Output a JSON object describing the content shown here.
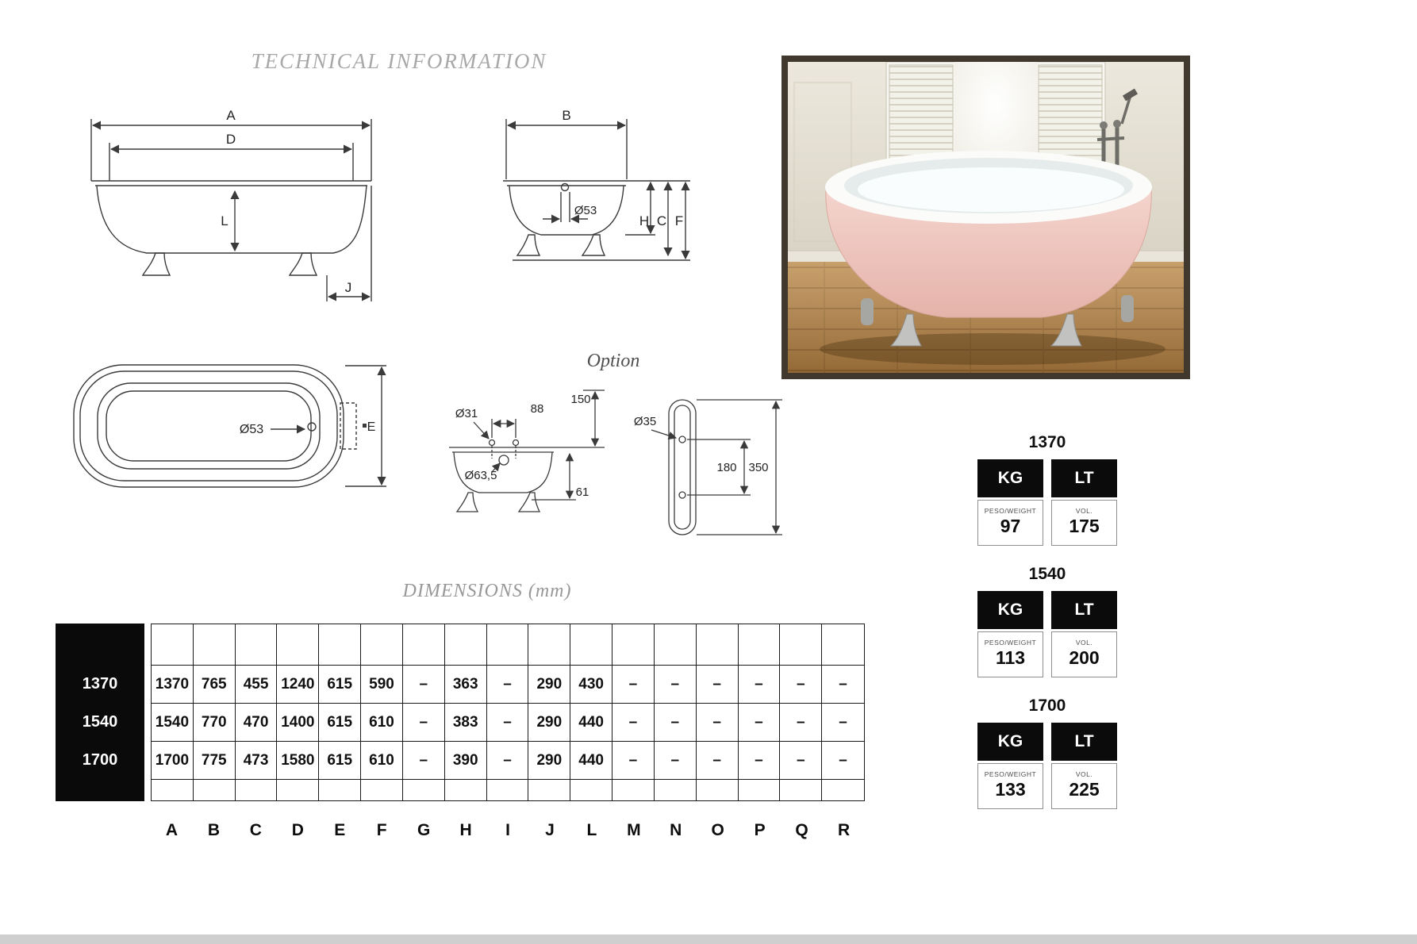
{
  "page": {
    "title": "TECHNICAL INFORMATION",
    "dimensions_title": "DIMENSIONS (mm)",
    "option_title": "Option"
  },
  "diagrams": {
    "side_view": {
      "a": "A",
      "d": "D",
      "l": "L",
      "j": "J"
    },
    "end_view": {
      "b": "B",
      "drain": "Ø53",
      "h": "H",
      "c": "C",
      "f": "F"
    },
    "top_view": {
      "drain": "Ø53",
      "e": "E"
    },
    "option_tub": {
      "hole": "Ø31",
      "spacing": "88",
      "height": "150",
      "drain": "Ø63,5",
      "depth": "61"
    },
    "option_bracket": {
      "hole": "Ø35",
      "spacing": "180",
      "height": "350"
    }
  },
  "table": {
    "columns": [
      "A",
      "B",
      "C",
      "D",
      "E",
      "F",
      "G",
      "H",
      "I",
      "J",
      "L",
      "M",
      "N",
      "O",
      "P",
      "Q",
      "R"
    ],
    "rows": [
      {
        "size": "1370",
        "values": [
          "1370",
          "765",
          "455",
          "1240",
          "615",
          "590",
          "–",
          "363",
          "–",
          "290",
          "430",
          "–",
          "–",
          "–",
          "–",
          "–",
          "–"
        ]
      },
      {
        "size": "1540",
        "values": [
          "1540",
          "770",
          "470",
          "1400",
          "615",
          "610",
          "–",
          "383",
          "–",
          "290",
          "440",
          "–",
          "–",
          "–",
          "–",
          "–",
          "–"
        ]
      },
      {
        "size": "1700",
        "values": [
          "1700",
          "775",
          "473",
          "1580",
          "615",
          "610",
          "–",
          "390",
          "–",
          "290",
          "440",
          "–",
          "–",
          "–",
          "–",
          "–",
          "–"
        ]
      }
    ]
  },
  "spec_cards": [
    {
      "size": "1370",
      "kg": "KG",
      "lt": "LT",
      "weight_label": "PESO/WEIGHT",
      "weight": "97",
      "vol_label": "VOL.",
      "volume": "175"
    },
    {
      "size": "1540",
      "kg": "KG",
      "lt": "LT",
      "weight_label": "PESO/WEIGHT",
      "weight": "113",
      "vol_label": "VOL.",
      "volume": "200"
    },
    {
      "size": "1700",
      "kg": "KG",
      "lt": "LT",
      "weight_label": "PESO/WEIGHT",
      "weight": "133",
      "vol_label": "VOL.",
      "volume": "225"
    }
  ],
  "colors": {
    "title_gray": "#a8a8a8",
    "line_dark": "#3a3a3a",
    "block_black": "#0b0b0b",
    "tub_pink": "#efc9c2"
  }
}
